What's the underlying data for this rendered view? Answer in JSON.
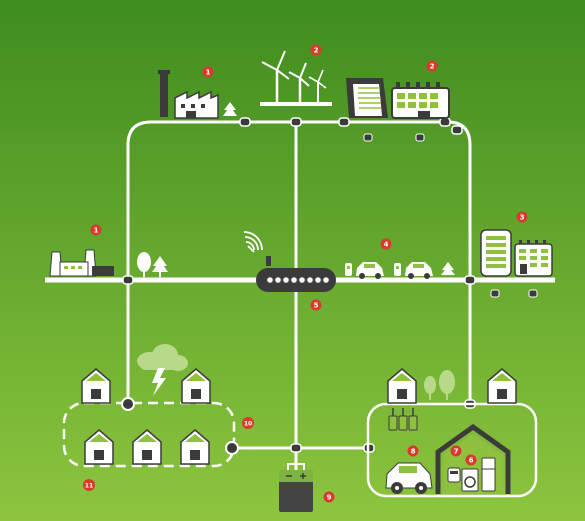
{
  "colors": {
    "bg_top": "#3f8c1f",
    "bg_bottom": "#8dc53e",
    "line": "#ffffff",
    "badge": "#d93a2b",
    "icon_dark": "#3b3b3b",
    "house_green": "#8fc13f",
    "battery_dark": "#444444",
    "battery_green": "#7cb342"
  },
  "icons": [
    "coal-power-plant-icon",
    "wind-turbine-icon",
    "office-building-icon",
    "factory-icon",
    "industrial-plant-icon",
    "wifi-signal-icon",
    "tree-icon",
    "electric-car-icon",
    "charging-station-icon",
    "apartment-building-icon",
    "smart-meter-hub-icon",
    "house-icon",
    "storm-cloud-icon",
    "lightning-icon",
    "solar-panel-icon",
    "smart-home-icon",
    "washing-machine-icon",
    "refrigerator-icon",
    "battery-icon"
  ],
  "badges": {
    "b1a": "1",
    "b1b": "1",
    "b2a": "2",
    "b2b": "2",
    "b3": "3",
    "b4": "4",
    "b5": "5",
    "b6": "6",
    "b7": "7",
    "b8": "8",
    "b9": "9",
    "b10": "10",
    "b11": "11"
  }
}
